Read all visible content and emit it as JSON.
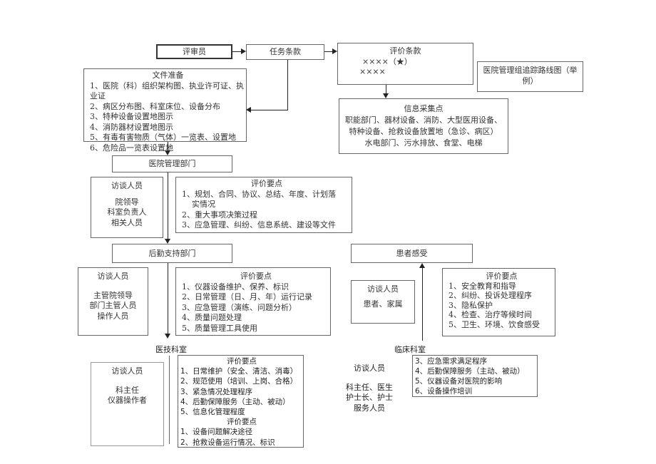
{
  "reviewer": "评审员",
  "task_clause": "任务条款",
  "eval_clause": {
    "title": "评价条款",
    "line1": "××××（★）",
    "line2": "××××"
  },
  "legend_title": "医院管理组追踪路线图（举例）",
  "doc_prep": {
    "title": "文件准备",
    "items": [
      "1、医院（科）组织架构图、执业许可证、执业证",
      "2、病区分布图、科室床位、设备分布",
      "3、特种设备设置地图示",
      "4、消防器材设置地图示",
      "5、有毒有害物质（气体）一览表、设置地",
      "6、危险品一览表设置地"
    ]
  },
  "info_points": {
    "title": "信息采集点",
    "lines": [
      "职能部门、器材设备、消防、大型医用设备、",
      "特种设备、抢救设备放置地（急诊、病区）",
      "水电部门、污水排放、食堂、电梯"
    ]
  },
  "mgmt_dept": {
    "title": "医院管理部门",
    "interview_title": "访谈人员",
    "interviewees": [
      "院领导",
      "科室负责人",
      "相关人员"
    ],
    "eval_title": "评价要点",
    "eval_items": [
      "1、规划、合同、协议、总结、年度、计划落",
      "实情况",
      "2、重大事项决策过程",
      "3、应急管理、纠纷、信息系统、建设等文件"
    ]
  },
  "logistics": {
    "title": "后勤支持部门",
    "interview_title": "访谈人员",
    "interviewees": [
      "主管院领导",
      "部门主管人员",
      "操作人员"
    ],
    "eval_title": "评价要点",
    "eval_items": [
      "1、仪器设备维护、保养、标识",
      "2、日常管理（日、月、年）运行记录",
      "3、应急管理（演练、问题分析）",
      "4、质量问题处理",
      "5、质量管理工具使用"
    ]
  },
  "patient": {
    "title": "患者感受",
    "interview_title": "访谈人员",
    "interviewees": [
      "患者、家属"
    ],
    "eval_title": "评价要点",
    "eval_items": [
      "1、安全教育和指导",
      "2、纠纷、投诉处理程序",
      "3、隐私保护",
      "4、检查、治疗等候时间",
      "5、卫生、环境、饮食感受"
    ]
  },
  "medtech": {
    "title": "医技科室",
    "interview_title": "访谈人员",
    "interviewees": [
      "科主任",
      "仪器操作者"
    ],
    "eval_title": "评价要点",
    "eval_items": [
      "1、日常维护（安全、清洁、消毒）",
      "2、规范使用（培训、上岗、合格）",
      "3、紧急情况处理程序",
      "4、后勤保障服务（主动、被动）",
      "5、信息化管理程度"
    ],
    "eval_title2": "评价要点",
    "eval_items2": [
      "1、设备问题解决途径",
      "2、抢救设备运行情况、标识"
    ]
  },
  "clinical": {
    "title": "临床科室",
    "interview_title": "访谈人员",
    "interviewees": [
      "科主任、医生",
      "护士长、护士",
      "服务人员"
    ],
    "eval_items": [
      "3、应急需求满足程序",
      "4、后勤保障服务（主动、被动）",
      "5、仪器设备对医院的影响",
      "6、设备操作培训"
    ]
  }
}
